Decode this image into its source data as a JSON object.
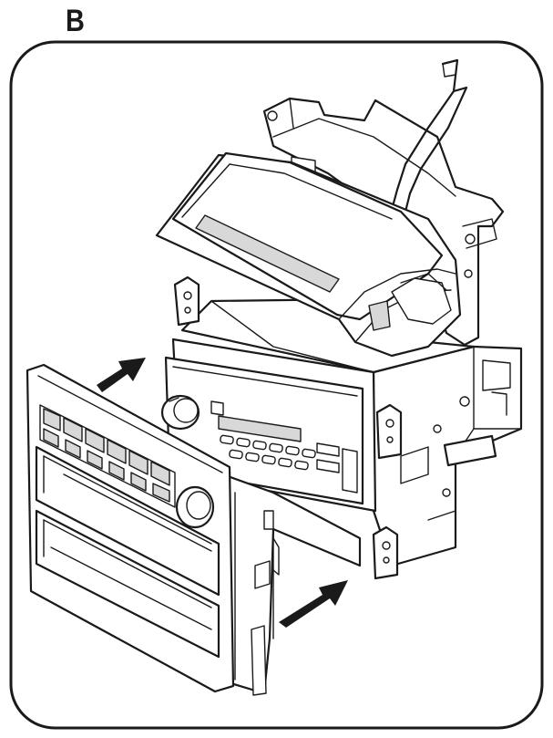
{
  "step": {
    "label": "B"
  },
  "figure": {
    "colors": {
      "line": "#1a1a1a",
      "background": "#ffffff",
      "panel_border": "#1a1a1a",
      "shade": "#d8d8d8"
    },
    "arrows": [
      {
        "name": "upper-insert-arrow",
        "direction": "toward-opening"
      },
      {
        "name": "lower-insert-arrow",
        "direction": "toward-opening"
      }
    ]
  }
}
